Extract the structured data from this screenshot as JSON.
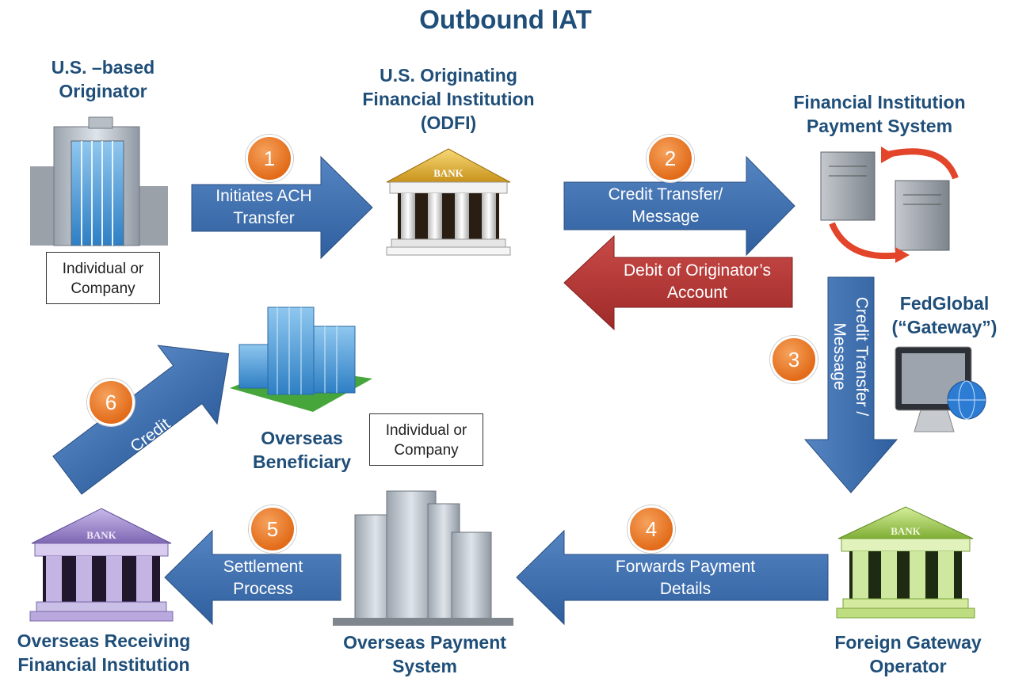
{
  "title": "Outbound IAT",
  "originator": {
    "line1": "U.S. –based",
    "line2": "Originator",
    "box_line1": "Individual or",
    "box_line2": "Company"
  },
  "odfi": {
    "line1": "U.S. Originating",
    "line2": "Financial Institution",
    "line3": "(ODFI)",
    "sign": "BANK"
  },
  "payment_system": {
    "line1": "Financial Institution",
    "line2": "Payment System"
  },
  "fedglobal": {
    "line1": "FedGlobal",
    "line2": "(“Gateway”)"
  },
  "beneficiary": {
    "line1": "Overseas",
    "line2": "Beneficiary",
    "box_line1": "Individual or",
    "box_line2": "Company"
  },
  "receiving_fi": {
    "line1": "Overseas Receiving",
    "line2": "Financial Institution",
    "sign": "BANK"
  },
  "overseas_payment": {
    "line1": "Overseas Payment",
    "line2": "System"
  },
  "foreign_gateway": {
    "line1": "Foreign Gateway",
    "line2": "Operator",
    "sign": "BANK"
  },
  "steps": [
    {
      "number": "1",
      "line1": "Initiates ACH",
      "line2": "Transfer"
    },
    {
      "number": "2",
      "line1": "Credit Transfer/",
      "line2": "Message"
    },
    {
      "number": "3",
      "line1": "Credit Transfer /",
      "line2": "Message"
    },
    {
      "number": "4",
      "line1": "Forwards Payment",
      "line2": "Details"
    },
    {
      "number": "5",
      "line1": "Settlement",
      "line2": "Process"
    },
    {
      "number": "6",
      "line1": "Credit"
    }
  ],
  "debit": {
    "line1": "Debit of Originator’s",
    "line2": "Account"
  },
  "colors": {
    "title": "#1f4e79",
    "arrow_blue": "#3d6fae",
    "arrow_red": "#b83232",
    "step_circle": "#e8741f",
    "odfi_bank": "#d9a520",
    "receiving_bank": "#9b86c9",
    "gateway_bank": "#9ccc4d"
  }
}
